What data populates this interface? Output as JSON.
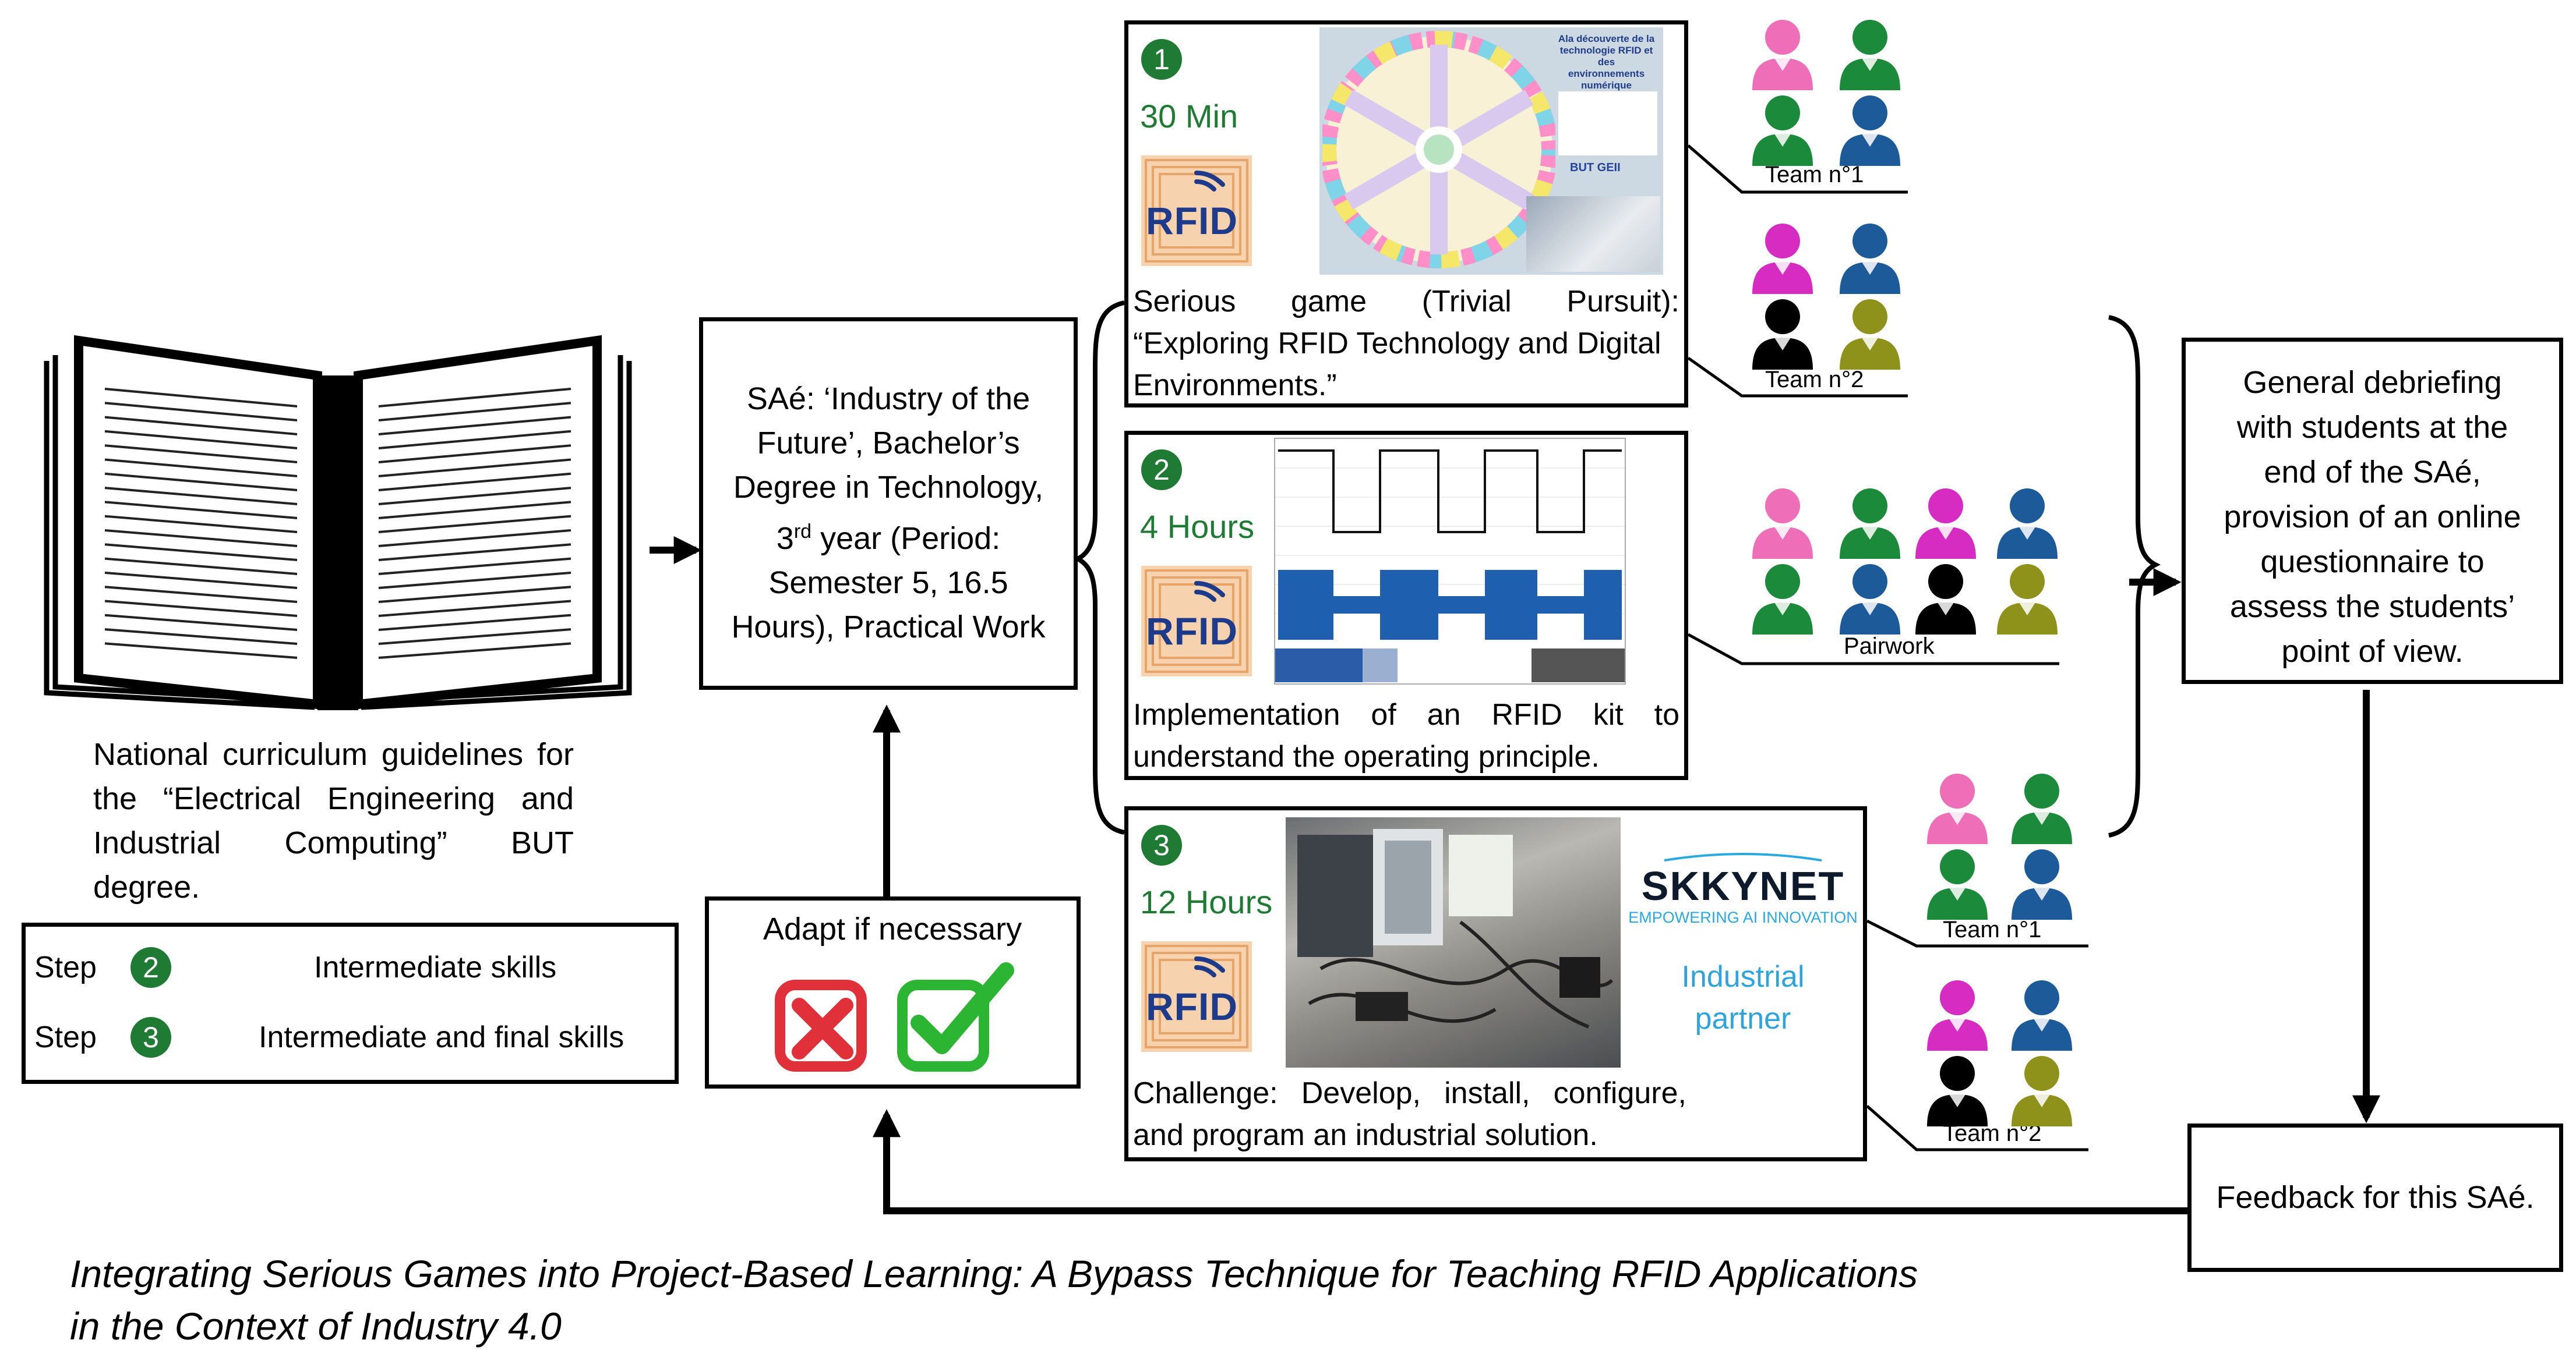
{
  "book_caption": "National curriculum guidelines for the “Electrical Engineering and Industrial Computing” BUT degree.",
  "legend": {
    "rows": [
      {
        "prefix": "Step",
        "number": "2",
        "text": "Intermediate skills"
      },
      {
        "prefix": "Step",
        "number": "3",
        "text": "Intermediate and final skills"
      }
    ]
  },
  "sae_box": {
    "line1": "SAé: ‘Industry of the",
    "line2": "Future’, Bachelor’s",
    "line3": "Degree in Technology,",
    "line4_pre": "3",
    "line4_sup": "rd",
    "line4_post": " year (Period:",
    "line5": "Semester 5, 16.5",
    "line6": "Hours), Practical Work"
  },
  "adapt_box": {
    "label": "Adapt if necessary"
  },
  "steps": [
    {
      "number": "1",
      "duration": "30 Min",
      "rfid": "RFID",
      "description": [
        "Serious game (Trivial Pursuit):",
        "“Exploring RFID Technology and Digital",
        "Environments.”"
      ],
      "board": {
        "title_lines": [
          "Ala découverte de la",
          "technologie RFID et des",
          "environnements numérique"
        ],
        "brand": "BUT GEII"
      }
    },
    {
      "number": "2",
      "duration": "4 Hours",
      "rfid": "RFID",
      "description": [
        "Implementation of an RFID kit to",
        "understand the operating principle."
      ]
    },
    {
      "number": "3",
      "duration": "12 Hours",
      "rfid": "RFID",
      "description": [
        "Challenge: Develop, install, configure,",
        "and program an industrial solution."
      ],
      "partner": {
        "logo": "SKKYNET",
        "tagline": "EMPOWERING AI INNOVATION",
        "label_line1": "Industrial",
        "label_line2": "partner"
      }
    }
  ],
  "teams": {
    "step1_team1": "Team n°1",
    "step1_team2": "Team n°2",
    "step2": "Pairwork",
    "step3_team1": "Team n°1",
    "step3_team2": "Team n°2"
  },
  "debrief_box": {
    "lines": [
      "General debriefing",
      "with students at the",
      "end of the SAé,",
      "provision of an online",
      "questionnaire to",
      "assess the students’",
      "point of view."
    ]
  },
  "feedback_box": {
    "label": "Feedback for this SAé."
  },
  "caption": {
    "line1": "Integrating Serious Games into Project-Based Learning: A Bypass Technique for Teaching RFID Applications",
    "line2": "in the Context of Industry 4.0"
  },
  "colors": {
    "green_accent": "#1f7a34",
    "rfid_blue": "#1e3a8a",
    "rfid_bg": "#f6d3ae",
    "partner_blue": "#2fa3dc",
    "person_pink": "#ee6fb8",
    "person_green": "#1b8a3a",
    "person_navy": "#1c5a9a",
    "person_black": "#000000",
    "person_olive": "#8e921a",
    "person_magenta": "#d62cc2",
    "cross_red": "#e0303a",
    "check_green": "#2bb532"
  }
}
